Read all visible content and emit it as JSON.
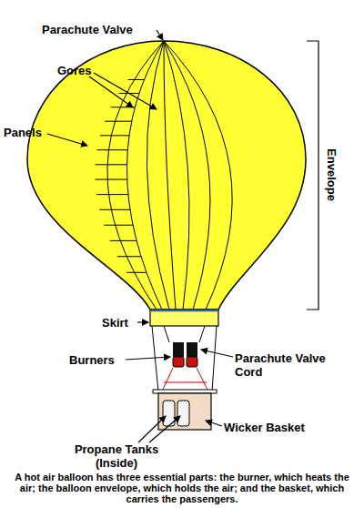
{
  "diagram": {
    "caption": "A hot air balloon has three essential parts: the burner, which heats the air; the balloon envelope, which holds the air; and the basket, which carries the passengers.",
    "labels": [
      "Parachute Valve",
      "Gores",
      "Panels",
      "Envelope",
      "Skirt",
      "Burners",
      "Parachute Valve Cord",
      "Wicker Basket",
      "Propane Tanks (Inside)"
    ]
  }
}
